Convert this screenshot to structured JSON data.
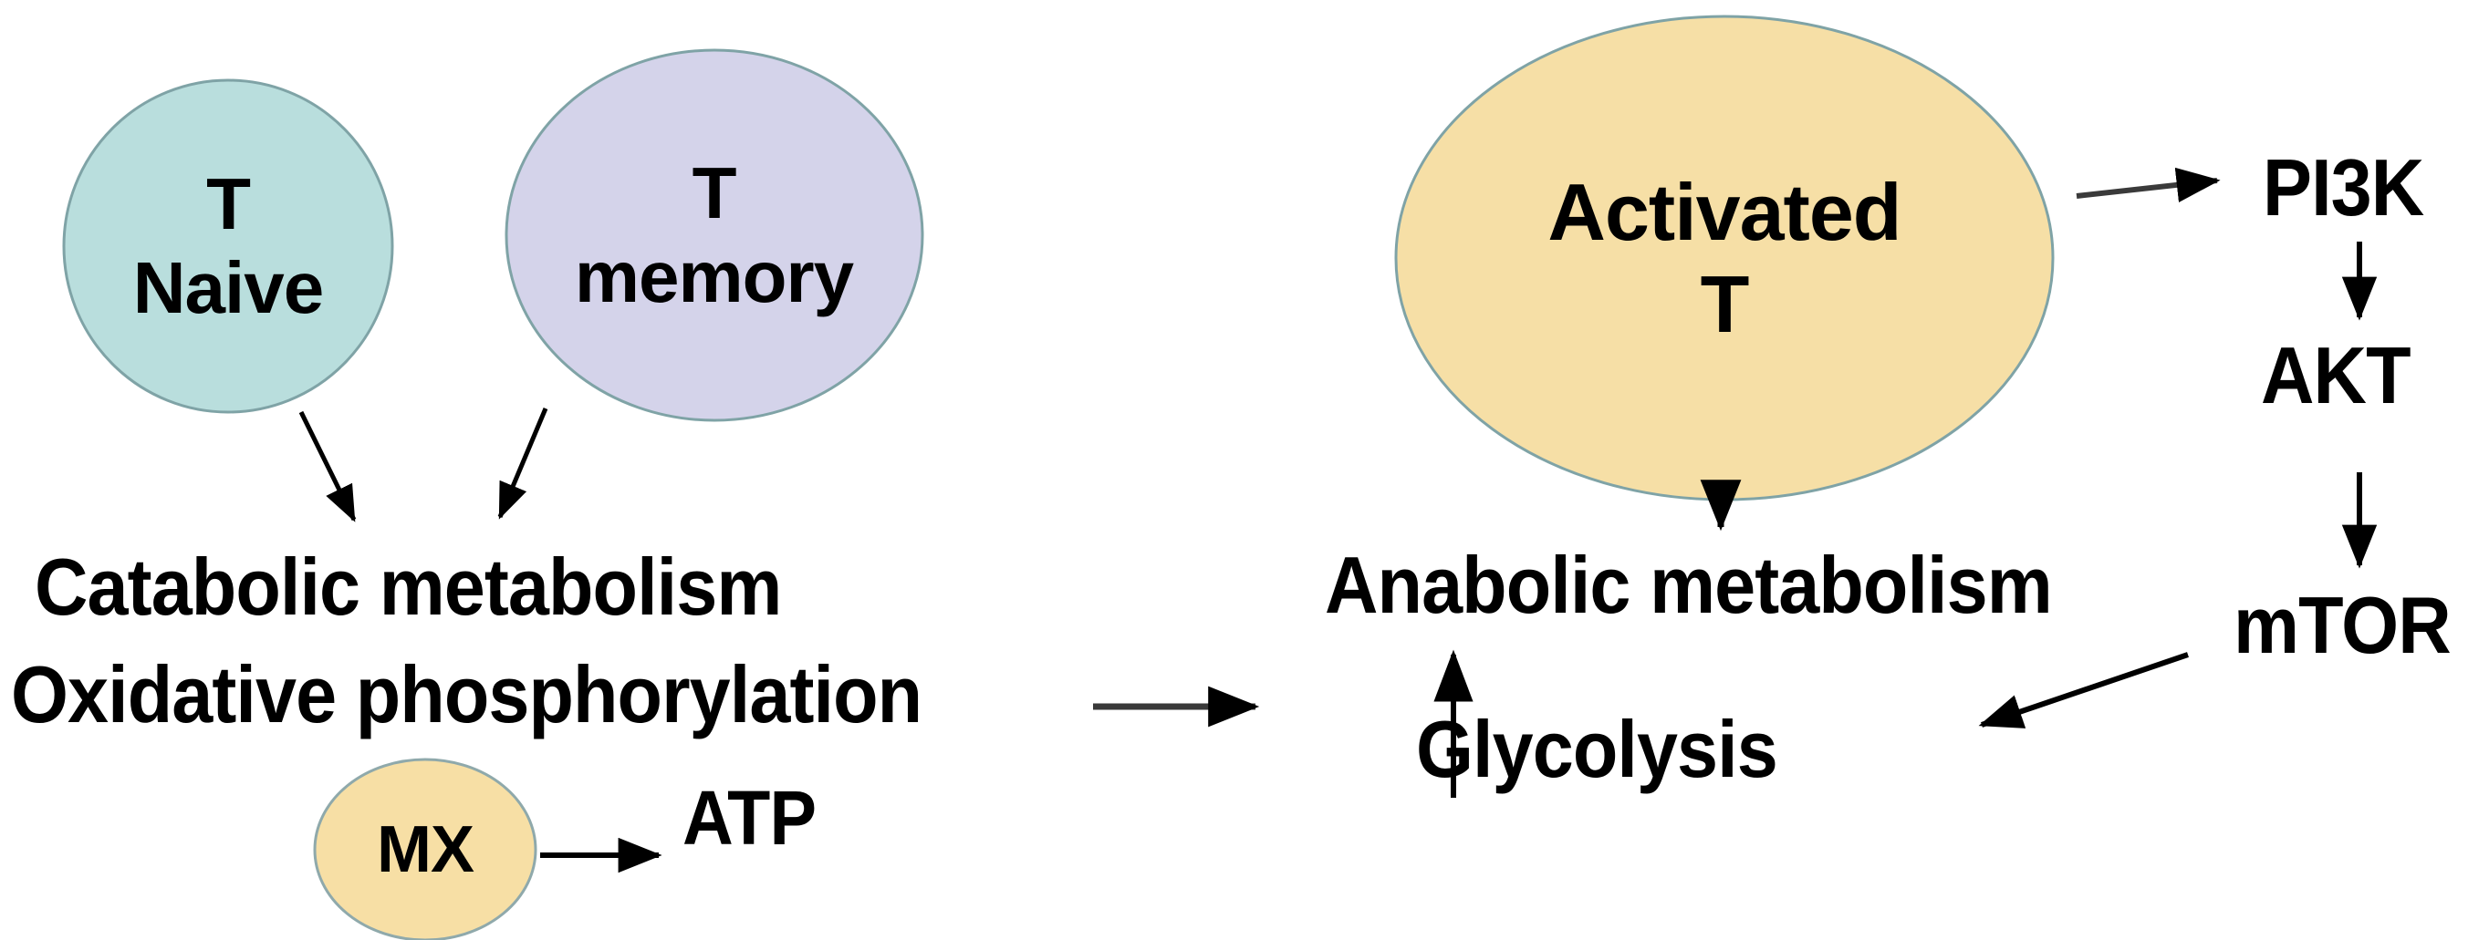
{
  "diagram": {
    "title": "T cell metabolic reprogramming pathway",
    "background_color": "#ffffff",
    "colors": {
      "t_naive_fill": "#b9dedd",
      "t_memory_fill": "#d4d3ea",
      "activated_t_fill": "#f6dfa6",
      "mx_fill": "#f7dfa5",
      "node_stroke": "#7fa3a6",
      "arrow_color": "#000000",
      "text_color": "#000000"
    },
    "nodes": {
      "t_naive": {
        "line1": "T",
        "line2": "Naive",
        "shape": "circle",
        "fill": "#b9dedd"
      },
      "t_memory": {
        "line1": "T",
        "line2": "memory",
        "shape": "ellipse",
        "fill": "#d4d3ea"
      },
      "mx": {
        "label": "MX",
        "shape": "ellipse",
        "fill": "#f7dfa5"
      },
      "activated_t": {
        "line1": "Activated",
        "line2": "T",
        "shape": "ellipse",
        "fill": "#f6dfa6"
      },
      "catabolic": {
        "label": "Catabolic metabolism",
        "shape": "text"
      },
      "oxphos": {
        "label": "Oxidative phosphorylation",
        "shape": "text"
      },
      "atp": {
        "label": "ATP",
        "shape": "text"
      },
      "anabolic": {
        "label": "Anabolic metabolism",
        "shape": "text"
      },
      "glycolysis": {
        "label": "Glycolysis",
        "shape": "text"
      },
      "pi3k": {
        "label": "PI3K",
        "shape": "text"
      },
      "akt": {
        "label": "AKT",
        "shape": "text"
      },
      "mtor": {
        "label": "mTOR",
        "shape": "text"
      }
    },
    "edges": [
      {
        "from": "t_naive",
        "to": "catabolic",
        "style": "solid-arrow",
        "direction": "down-right"
      },
      {
        "from": "t_memory",
        "to": "catabolic",
        "style": "solid-arrow",
        "direction": "down-left"
      },
      {
        "from": "oxphos",
        "to": "anabolic",
        "style": "solid-arrow",
        "direction": "right"
      },
      {
        "from": "mx",
        "to": "atp",
        "style": "solid-arrow",
        "direction": "right"
      },
      {
        "from": "activated_t",
        "to": "pi3k",
        "style": "solid-arrow",
        "direction": "right"
      },
      {
        "from": "pi3k",
        "to": "akt",
        "style": "solid-arrow",
        "direction": "down"
      },
      {
        "from": "akt",
        "to": "mtor",
        "style": "solid-arrow",
        "direction": "down"
      },
      {
        "from": "activated_t",
        "to": "anabolic",
        "style": "solid-arrow",
        "direction": "down"
      },
      {
        "from": "mtor",
        "to": "glycolysis",
        "style": "solid-arrow",
        "direction": "down-left"
      },
      {
        "from": "glycolysis",
        "to": "anabolic",
        "style": "solid-arrow",
        "direction": "up"
      }
    ]
  }
}
